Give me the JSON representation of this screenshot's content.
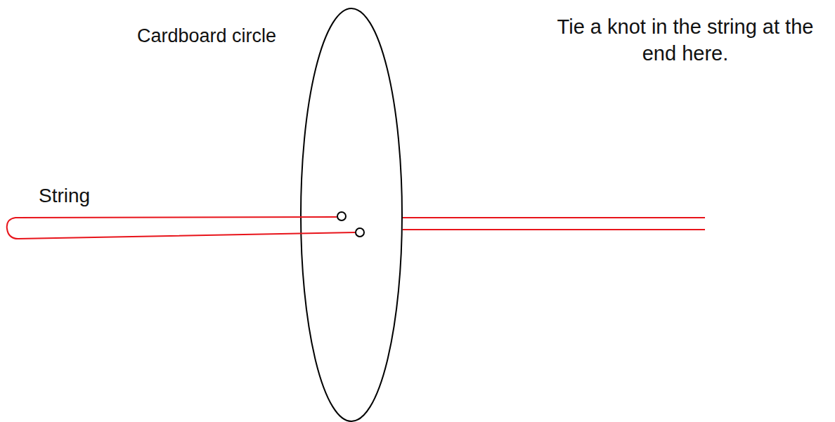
{
  "diagram": {
    "labels": [
      "Cardboard circle",
      "String",
      "Tie a knot in the string at the end here."
    ]
  }
}
